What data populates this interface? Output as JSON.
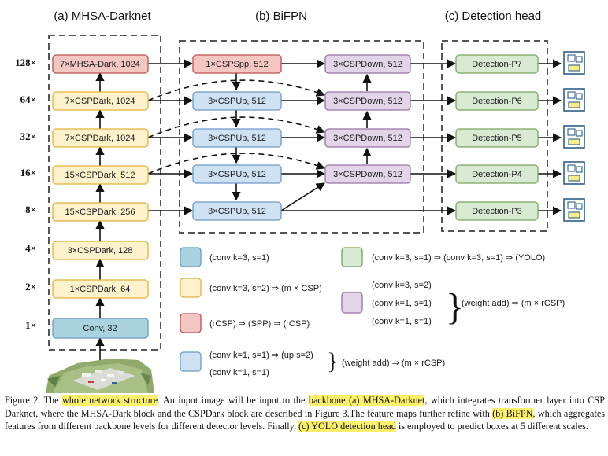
{
  "titles": {
    "backbone": "(a) MHSA-Darknet",
    "bifpn": "(b) BiFPN",
    "head": "(c) Detection head"
  },
  "scales": [
    "128×",
    "64×",
    "32×",
    "16×",
    "8×",
    "4×",
    "2×",
    "1×"
  ],
  "backbone_blocks": [
    "7×MHSA-Dark, 1024",
    "7×CSPDark, 1024",
    "7×CSPDark, 1024",
    "15×CSPDark, 512",
    "15×CSPDark, 256",
    "3×CSPDark, 128",
    "1×CSPDark, 64",
    "Conv, 32"
  ],
  "bifpn_up": [
    "1×CSPSpp, 512",
    "3×CSPUp, 512",
    "3×CSPUp, 512",
    "3×CSPUp, 512",
    "3×CSPUp, 512"
  ],
  "bifpn_down": [
    "3×CSPDown, 512",
    "3×CSPDown, 512",
    "3×CSPDown, 512",
    "3×CSPDown, 512"
  ],
  "head_blocks": [
    "Detection-P7",
    "Detection-P6",
    "Detection-P5",
    "Detection-P4",
    "Detection-P3"
  ],
  "legend": {
    "blue": "(conv k=3, s=1)",
    "yellow": "(conv k=3, s=2) ⇒ (m × CSP)",
    "red": "(rCSP) ⇒ (SPP) ⇒ (rCSP)",
    "up_line1": "(conv k=1, s=1) ⇒ (up s=2)",
    "up_line2": "(conv k=1, s=1)",
    "up_result": "(weight add) ⇒  (m × rCSP)",
    "green": "(conv k=3, s=1) ⇒ (conv k=3, s=1) ⇒ (YOLO)",
    "down_line1": "(conv k=3, s=2)",
    "down_line2": "(conv k=1, s=1)",
    "down_line3": "(conv k=1, s=1)",
    "down_result": "(weight add) ⇒ (m × rCSP)"
  },
  "colors": {
    "blue_fill": "#cfe2f3",
    "blue_stroke": "#6d9ac4",
    "legend_blue_fill": "#a9d3de",
    "yellow_fill": "#fff2cc",
    "yellow_stroke": "#e2b33c",
    "red_fill": "#f4c7c3",
    "red_stroke": "#c0504d",
    "purple_fill": "#e1d5e7",
    "purple_stroke": "#9673a6",
    "green_fill": "#d9ead3",
    "green_stroke": "#7aa35c",
    "highlight": "#fdf06a"
  },
  "caption": {
    "p1": "Figure 2. The ",
    "h1": "whole network structure",
    "p2": ".  An input image will be input to the ",
    "h2": "backbone (a) MHSA-Darknet",
    "p3": ", which integrates transformer layer into CSP Darknet, where the MHSA-Dark block and the CSPDark block are described in Figure 3.The feature maps further refine with ",
    "h3": "(b) BiFPN",
    "p4": ", which aggregates features from different backbone levels for different detector levels.  Finally, ",
    "h4": "(c) YOLO detection head",
    "p5": " is employed to predict boxes at 5 different scales."
  }
}
